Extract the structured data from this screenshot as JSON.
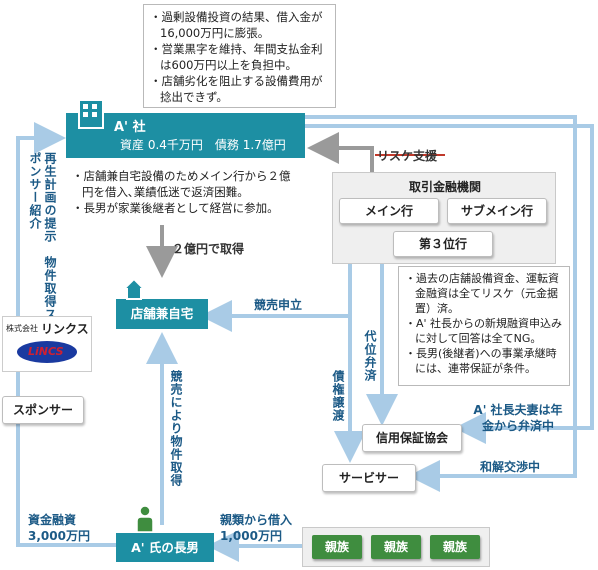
{
  "top_note": {
    "items": [
      "過剰設備投資の結果、借入金が16,000万円に膨張。",
      "営業黒字を維持、年間支払金利は600万円以上を負担中。",
      "店舗劣化を阻止する設備費用が捻出できず。"
    ]
  },
  "company": {
    "name": "A' 社",
    "finance": "資産 0.4千万円　債務 1.7億円"
  },
  "company_note": {
    "items": [
      "店舗兼自宅設備のためメイン行から２億円を借入､業績低迷で返済困難。",
      "長男が家業後継者として経営に参加。"
    ]
  },
  "banks": {
    "title": "取引金融機関",
    "main": "メイン行",
    "sub_main": "サブメイン行",
    "third": "第３位行",
    "reschedule": "リスケ支援"
  },
  "bank_note": {
    "items": [
      "過去の店舗設備資金、運転資金融資は全てリスケ（元金据置）済。",
      "A' 社長からの新規融資申込みに対して回答は全てNG。",
      "長男(後継者)への事業承継時には、連帯保証が条件。"
    ]
  },
  "left_panel": {
    "vertical_text": "再生計画の提示　物件取得スポンサー紹介"
  },
  "links_company": {
    "prefix": "株式会社",
    "name": "リンクス",
    "logo_text": "LiNCS"
  },
  "sponsor": "スポンサー",
  "home": "店舗兼自宅",
  "acquire_label": "２億円で取得",
  "auction_label": "競売申立",
  "auction_acquire_label": "競売により物件取得",
  "guarantee": "信用保証協会",
  "subrogation_label": "代位弁済",
  "claim_transfer_label": "債権譲渡",
  "servicer": "サービサー",
  "president_repay_label": "A' 社長夫妻は年金から弁済中",
  "settlement_label": "和解交渉中",
  "son": "A' 氏の長男",
  "funding_label": "資金融資\n3,000万円",
  "relatives_borrow_label": "親類から借入\n1,000万円",
  "relatives": [
    "親族",
    "親族",
    "親族"
  ],
  "colors": {
    "teal": "#1d8fa3",
    "arrow_blue": "#a9cbe6",
    "arrow_grey": "#9a9a9a",
    "label_blue": "#1c5a86",
    "green": "#3f8d3f",
    "cross_red": "#c0392b"
  }
}
